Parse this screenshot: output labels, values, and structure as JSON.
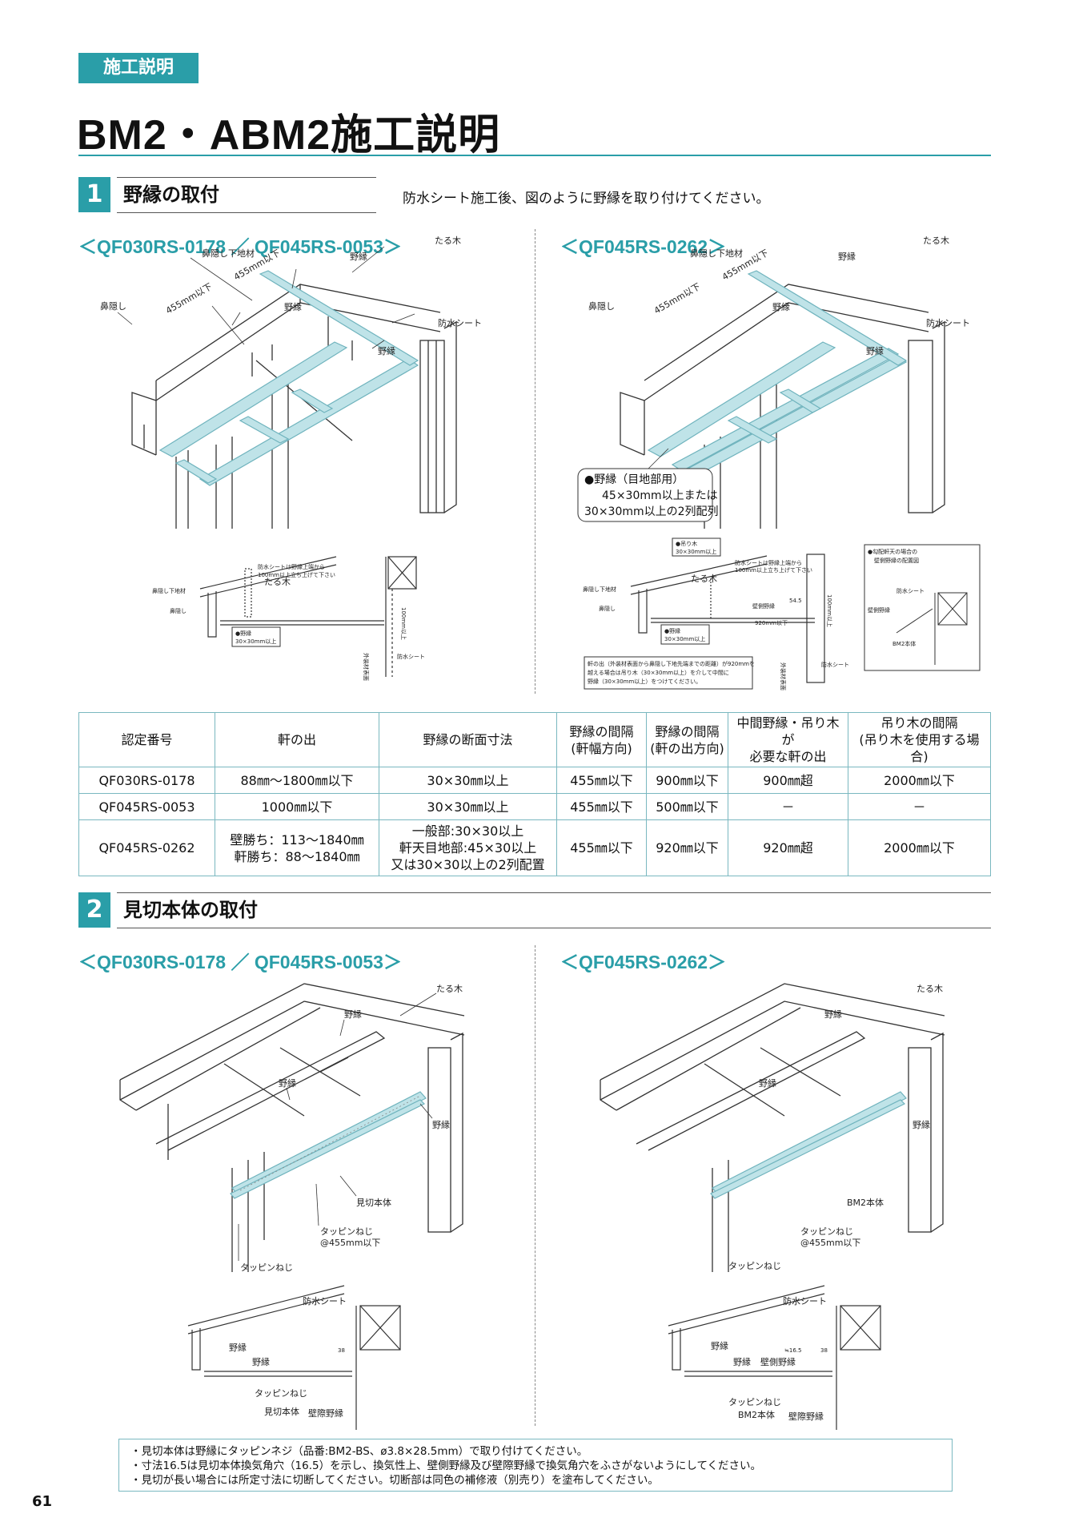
{
  "header": {
    "tag": "施工説明",
    "title": "BM2・ABM2施工説明"
  },
  "section1": {
    "number": "1",
    "title": "野縁の取付",
    "description": "防水シート施工後、図のように野縁を取り付けてください。",
    "variant_left": "＜QF030RS-0178 ／ QF045RS-0053＞",
    "variant_right": "＜QF045RS-0262＞",
    "fig_left": {
      "hanakakushi_shitaji": "鼻隠し下地材",
      "taruki": "たる木",
      "noburi_top": "野縁",
      "pitch1": "455mm以下",
      "hanakakushi": "鼻隠し",
      "pitch2": "455mm以下",
      "noburi_mid": "野縁",
      "bousui": "防水シート",
      "noburi_low": "野縁"
    },
    "fig_right": {
      "hanakakushi_shitaji": "鼻隠し下地材",
      "taruki": "たる木",
      "noburi_top": "野縁",
      "pitch1": "455mm以下",
      "hanakakushi": "鼻隠し",
      "pitch2": "455mm以下",
      "noburi_mid": "野縁",
      "bousui": "防水シート",
      "noburi_low": "野縁",
      "callout_line1": "●野縁（目地部用）",
      "callout_line2": "45×30mm以上または",
      "callout_line3": "30×30mm以上の2列配列"
    },
    "sec_left": {
      "taruki": "たる木",
      "note": "防水シートは野縁上端から",
      "note2": "100mm以上立ち上げて下さい",
      "shitaji": "鼻隠し下地材",
      "hanakakushi": "鼻隠し",
      "noburi": "●野縁",
      "noburi_size": "30×30mm以上",
      "dim": "100mm以上",
      "bousui": "防水シート",
      "gaisou": "外装材表面"
    },
    "sec_right": {
      "tsurigi": "●吊り木",
      "tsurigi_size": "30×30mm以上",
      "taruki": "たる木",
      "note": "防水シートは野縁上端から",
      "note2": "100mm以上立ち上げて下さい",
      "shitaji": "鼻隠し下地材",
      "hanakakushi": "鼻隠し",
      "kabegawa": "壁側野縁",
      "dim_545": "54.5",
      "noburi": "●野縁",
      "noburi_size": "30×30mm以上",
      "dim_920": "920mm以下",
      "dim_100": "100mm以上",
      "bousui": "防水シート",
      "gaisou": "外装材表面",
      "note_line1": "軒の出（外装材表面から鼻隠し下地先端までの距離）が920mmを",
      "note_line2": "越える場合は吊り木（30×30mm以上）を介して中間に",
      "note_line3": "野縁（30×30mm以上）をつけてください。"
    },
    "inset": {
      "title1": "●勾配軒天の場合の",
      "title2": "壁側野縁の配置図",
      "bousui": "防水シート",
      "kabegawa": "壁側野縁",
      "bm2": "BM2本体"
    }
  },
  "table": {
    "headers": [
      [
        "認定番号"
      ],
      [
        "軒の出"
      ],
      [
        "野縁の断面寸法"
      ],
      [
        "野縁の間隔",
        "(軒幅方向)"
      ],
      [
        "野縁の間隔",
        "(軒の出方向)"
      ],
      [
        "中間野縁・吊り木が",
        "必要な軒の出"
      ],
      [
        "吊り木の間隔",
        "(吊り木を使用する場合)"
      ]
    ],
    "rows": [
      [
        [
          "QF030RS-0178"
        ],
        [
          "88㎜～1800㎜以下"
        ],
        [
          "30×30㎜以上"
        ],
        [
          "455㎜以下"
        ],
        [
          "900㎜以下"
        ],
        [
          "900㎜超"
        ],
        [
          "2000㎜以下"
        ]
      ],
      [
        [
          "QF045RS-0053"
        ],
        [
          "1000㎜以下"
        ],
        [
          "30×30㎜以上"
        ],
        [
          "455㎜以下"
        ],
        [
          "500㎜以下"
        ],
        [
          "－"
        ],
        [
          "－"
        ]
      ],
      [
        [
          "QF045RS-0262"
        ],
        [
          "壁勝ち：113～1840㎜",
          "軒勝ち：88～1840㎜"
        ],
        [
          "一般部:30×30以上",
          "軒天目地部:45×30以上",
          "又は30×30以上の2列配置"
        ],
        [
          "455㎜以下"
        ],
        [
          "920㎜以下"
        ],
        [
          "920㎜超"
        ],
        [
          "2000㎜以下"
        ]
      ]
    ]
  },
  "section2": {
    "number": "2",
    "title": "見切本体の取付",
    "variant_left": "＜QF030RS-0178 ／ QF045RS-0053＞",
    "variant_right": "＜QF045RS-0262＞",
    "fig_left": {
      "taruki": "たる木",
      "noburi_top": "野縁",
      "noburi_mid": "野縁",
      "noburi_right": "野縁",
      "mikiri": "見切本体",
      "tappin": "タッピンねじ",
      "pitch": "@455mm以下",
      "tappin2": "タッピンねじ"
    },
    "fig_right": {
      "taruki": "たる木",
      "noburi_top": "野縁",
      "noburi_mid": "野縁",
      "noburi_right": "野縁",
      "bm2": "BM2本体",
      "tappin": "タッピンねじ",
      "pitch": "@455mm以下",
      "tappin2": "タッピンねじ"
    },
    "sec_left": {
      "bousui": "防水シート",
      "noburi1": "野縁",
      "noburi2": "野縁",
      "dim": "38",
      "tappin": "タッピンねじ",
      "mikiri": "見切本体",
      "kabegiwa": "壁際野縁"
    },
    "sec_right": {
      "bousui": "防水シート",
      "noburi1": "野縁",
      "noburi2": "野縁",
      "kabegawa": "壁側野縁",
      "dim1": "≒16.5",
      "dim2": "38",
      "tappin": "タッピンねじ",
      "bm2": "BM2本体",
      "kabegiwa": "壁際野縁"
    }
  },
  "notes": [
    "・見切本体は野縁にタッピンネジ（品番:BM2-BS、ø3.8×28.5mm）で取り付けてください。",
    "・寸法16.5は見切本体換気角穴（16.5）を示し、換気性上、壁側野縁及び壁際野縁で換気角穴をふさがないようにしてください。",
    "・見切が長い場合には所定寸法に切断してください。切断部は同色の補修液（別売り）を塗布してください。"
  ],
  "page_number": "61",
  "colors": {
    "accent": "#2a9ea8",
    "batten": "#bfe3e8",
    "batten_stroke": "#6fb3bd",
    "table_border": "#7ab8c0"
  }
}
